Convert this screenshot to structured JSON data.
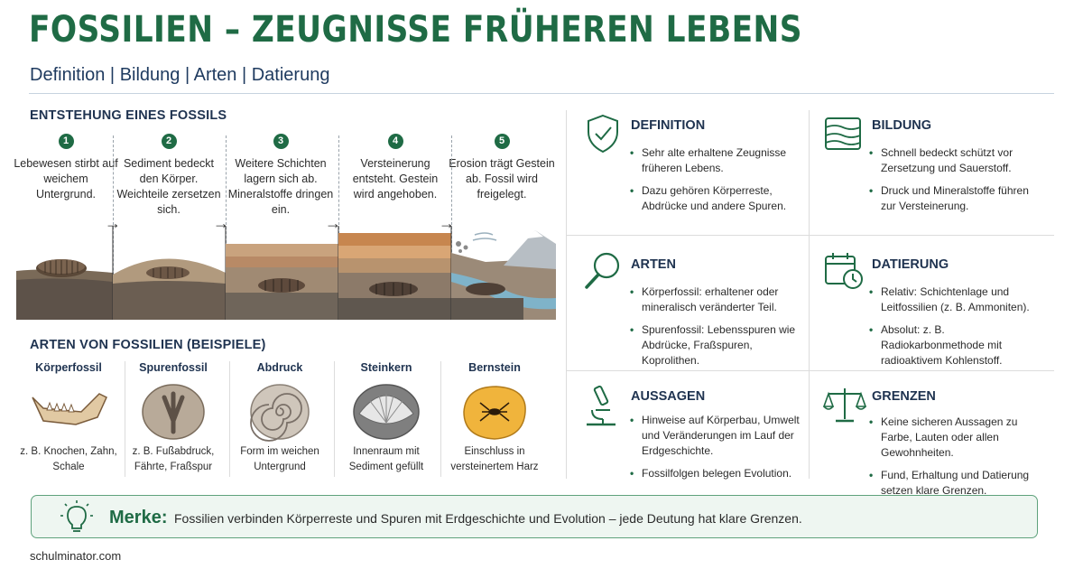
{
  "header": {
    "title": "FOSSILIEN – ZEUGNISSE FRÜHEREN LEBENS",
    "subtitle": "Definition | Bildung | Arten | Datierung"
  },
  "process": {
    "heading": "ENTSTEHUNG EINES FOSSILS",
    "steps": [
      {
        "num": "1",
        "text": "Lebewesen stirbt auf weichem Untergrund."
      },
      {
        "num": "2",
        "text": "Sediment bedeckt den Körper. Weichteile zersetzen sich."
      },
      {
        "num": "3",
        "text": "Weitere Schichten lagern sich ab. Mineralstoffe dringen ein."
      },
      {
        "num": "4",
        "text": "Versteinerung entsteht. Gestein wird angehoben."
      },
      {
        "num": "5",
        "text": "Erosion trägt Gestein ab. Fossil wird freigelegt."
      }
    ]
  },
  "types": {
    "heading": "ARTEN VON FOSSILIEN (BEISPIELE)",
    "items": [
      {
        "name": "Körperfossil",
        "desc": "z. B. Knochen, Zahn, Schale",
        "icon": "jawbone-icon"
      },
      {
        "name": "Spurenfossil",
        "desc": "z. B. Fußabdruck, Fährte, Fraßspur",
        "icon": "footprint-icon"
      },
      {
        "name": "Abdruck",
        "desc": "Form im weichen Untergrund",
        "icon": "ammonite-imprint-icon"
      },
      {
        "name": "Steinkern",
        "desc": "Innenraum mit Sediment gefüllt",
        "icon": "shell-cast-icon"
      },
      {
        "name": "Bernstein",
        "desc": "Einschluss in versteinertem Harz",
        "icon": "amber-insect-icon"
      }
    ]
  },
  "cards": {
    "definition": {
      "title": "DEFINITION",
      "icon": "shield-check-icon",
      "bullets": [
        "Sehr alte erhaltene Zeugnisse früheren Lebens.",
        "Dazu gehören Körperreste, Abdrücke und andere Spuren."
      ]
    },
    "bildung": {
      "title": "BILDUNG",
      "icon": "layers-icon",
      "bullets": [
        "Schnell bedeckt schützt vor Zersetzung und Sauerstoff.",
        "Druck und Mineralstoffe führen zur Versteinerung."
      ]
    },
    "arten": {
      "title": "ARTEN",
      "icon": "magnifier-icon",
      "bullets": [
        "Körperfossil: erhaltener oder mineralisch veränderter Teil.",
        "Spurenfossil: Lebensspuren wie Abdrücke, Fraßspuren, Koprolithen."
      ]
    },
    "datierung": {
      "title": "DATIERUNG",
      "icon": "calendar-clock-icon",
      "bullets": [
        "Relativ: Schichtenlage und Leitfossilien (z. B. Ammoniten).",
        "Absolut: z. B. Radiokarbonmethode mit radioaktivem Kohlenstoff."
      ]
    },
    "aussagen": {
      "title": "AUSSAGEN",
      "icon": "microscope-icon",
      "bullets": [
        "Hinweise auf Körperbau, Umwelt und Veränderungen im Lauf der Erdgeschichte.",
        "Fossilfolgen belegen Evolution."
      ]
    },
    "grenzen": {
      "title": "GRENZEN",
      "icon": "scales-icon",
      "bullets": [
        "Keine sicheren Aussagen zu Farbe, Lauten oder allen Gewohnheiten.",
        "Fund, Erhaltung und Datierung setzen klare Grenzen."
      ]
    }
  },
  "merke": {
    "label": "Merke:",
    "text": "Fossilien verbinden Körperreste und Spuren mit Erdgeschichte und Evolution – jede Deutung hat klare Grenzen.",
    "icon": "lightbulb-icon"
  },
  "footer": {
    "site": "schulminator.com"
  },
  "colors": {
    "accent": "#1f6b45",
    "heading": "#1f3350",
    "box_bg": "#eef6f1",
    "box_border": "#5fa27c"
  }
}
